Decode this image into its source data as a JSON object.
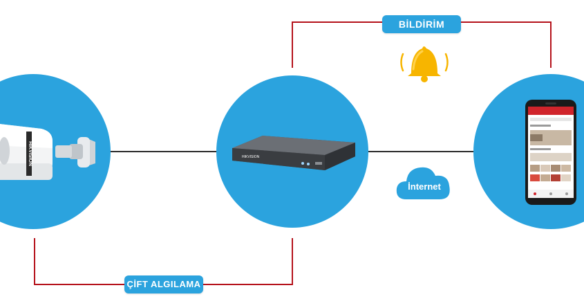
{
  "labels": {
    "notification": "BİLDİRİM",
    "dual_detection": "ÇİFT ALGILAMA",
    "internet": "İnternet"
  },
  "nodes": [
    {
      "name": "camera",
      "icon": "bullet-camera-icon",
      "brand": "HIKVISION"
    },
    {
      "name": "dvr",
      "icon": "dvr-recorder-icon",
      "brand": "HIKVISION"
    },
    {
      "name": "phone",
      "icon": "smartphone-icon"
    }
  ],
  "icons": {
    "bell": "bell-icon",
    "cloud": "cloud-icon"
  },
  "colors": {
    "circle": "#2ba3de",
    "connector_red": "#b5121b",
    "connector_dark": "#2b2b2b",
    "bell": "#f7b500",
    "pill": "#2ba3de"
  }
}
